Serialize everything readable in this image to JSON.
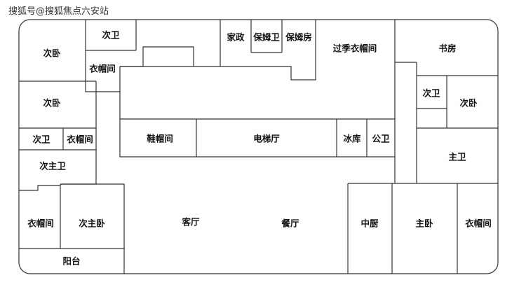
{
  "watermark": "搜狐号@搜狐焦点六安站",
  "rooms": {
    "ciwo_top": "次卧",
    "ciwei_top": "次卫",
    "yimaojian_top": "衣帽间",
    "ciwo_left2": "次卧",
    "ciwei_left": "次卫",
    "yimaojian_left": "衣帽间",
    "cizhuwei": "次主卫",
    "jiazheng": "家政",
    "baomuwei": "保姆卫",
    "baomufang": "保姆房",
    "guojiyimaojian": "过季衣帽间",
    "shufang": "书房",
    "ciwei_right": "次卫",
    "ciwo_right": "次卧",
    "xiemaojian": "鞋帽间",
    "diantiting": "电梯厅",
    "bingku": "冰库",
    "gongwei": "公卫",
    "zhuwei": "主卫",
    "yimaojian_bl": "衣帽间",
    "cizhuwo": "次主卧",
    "keting": "客厅",
    "canting": "餐厅",
    "zhongchu": "中厨",
    "zhuwo": "主卧",
    "yimaojian_br": "衣帽间",
    "yangtai": "阳台"
  },
  "colors": {
    "wall": "#333333",
    "text": "#111111"
  }
}
